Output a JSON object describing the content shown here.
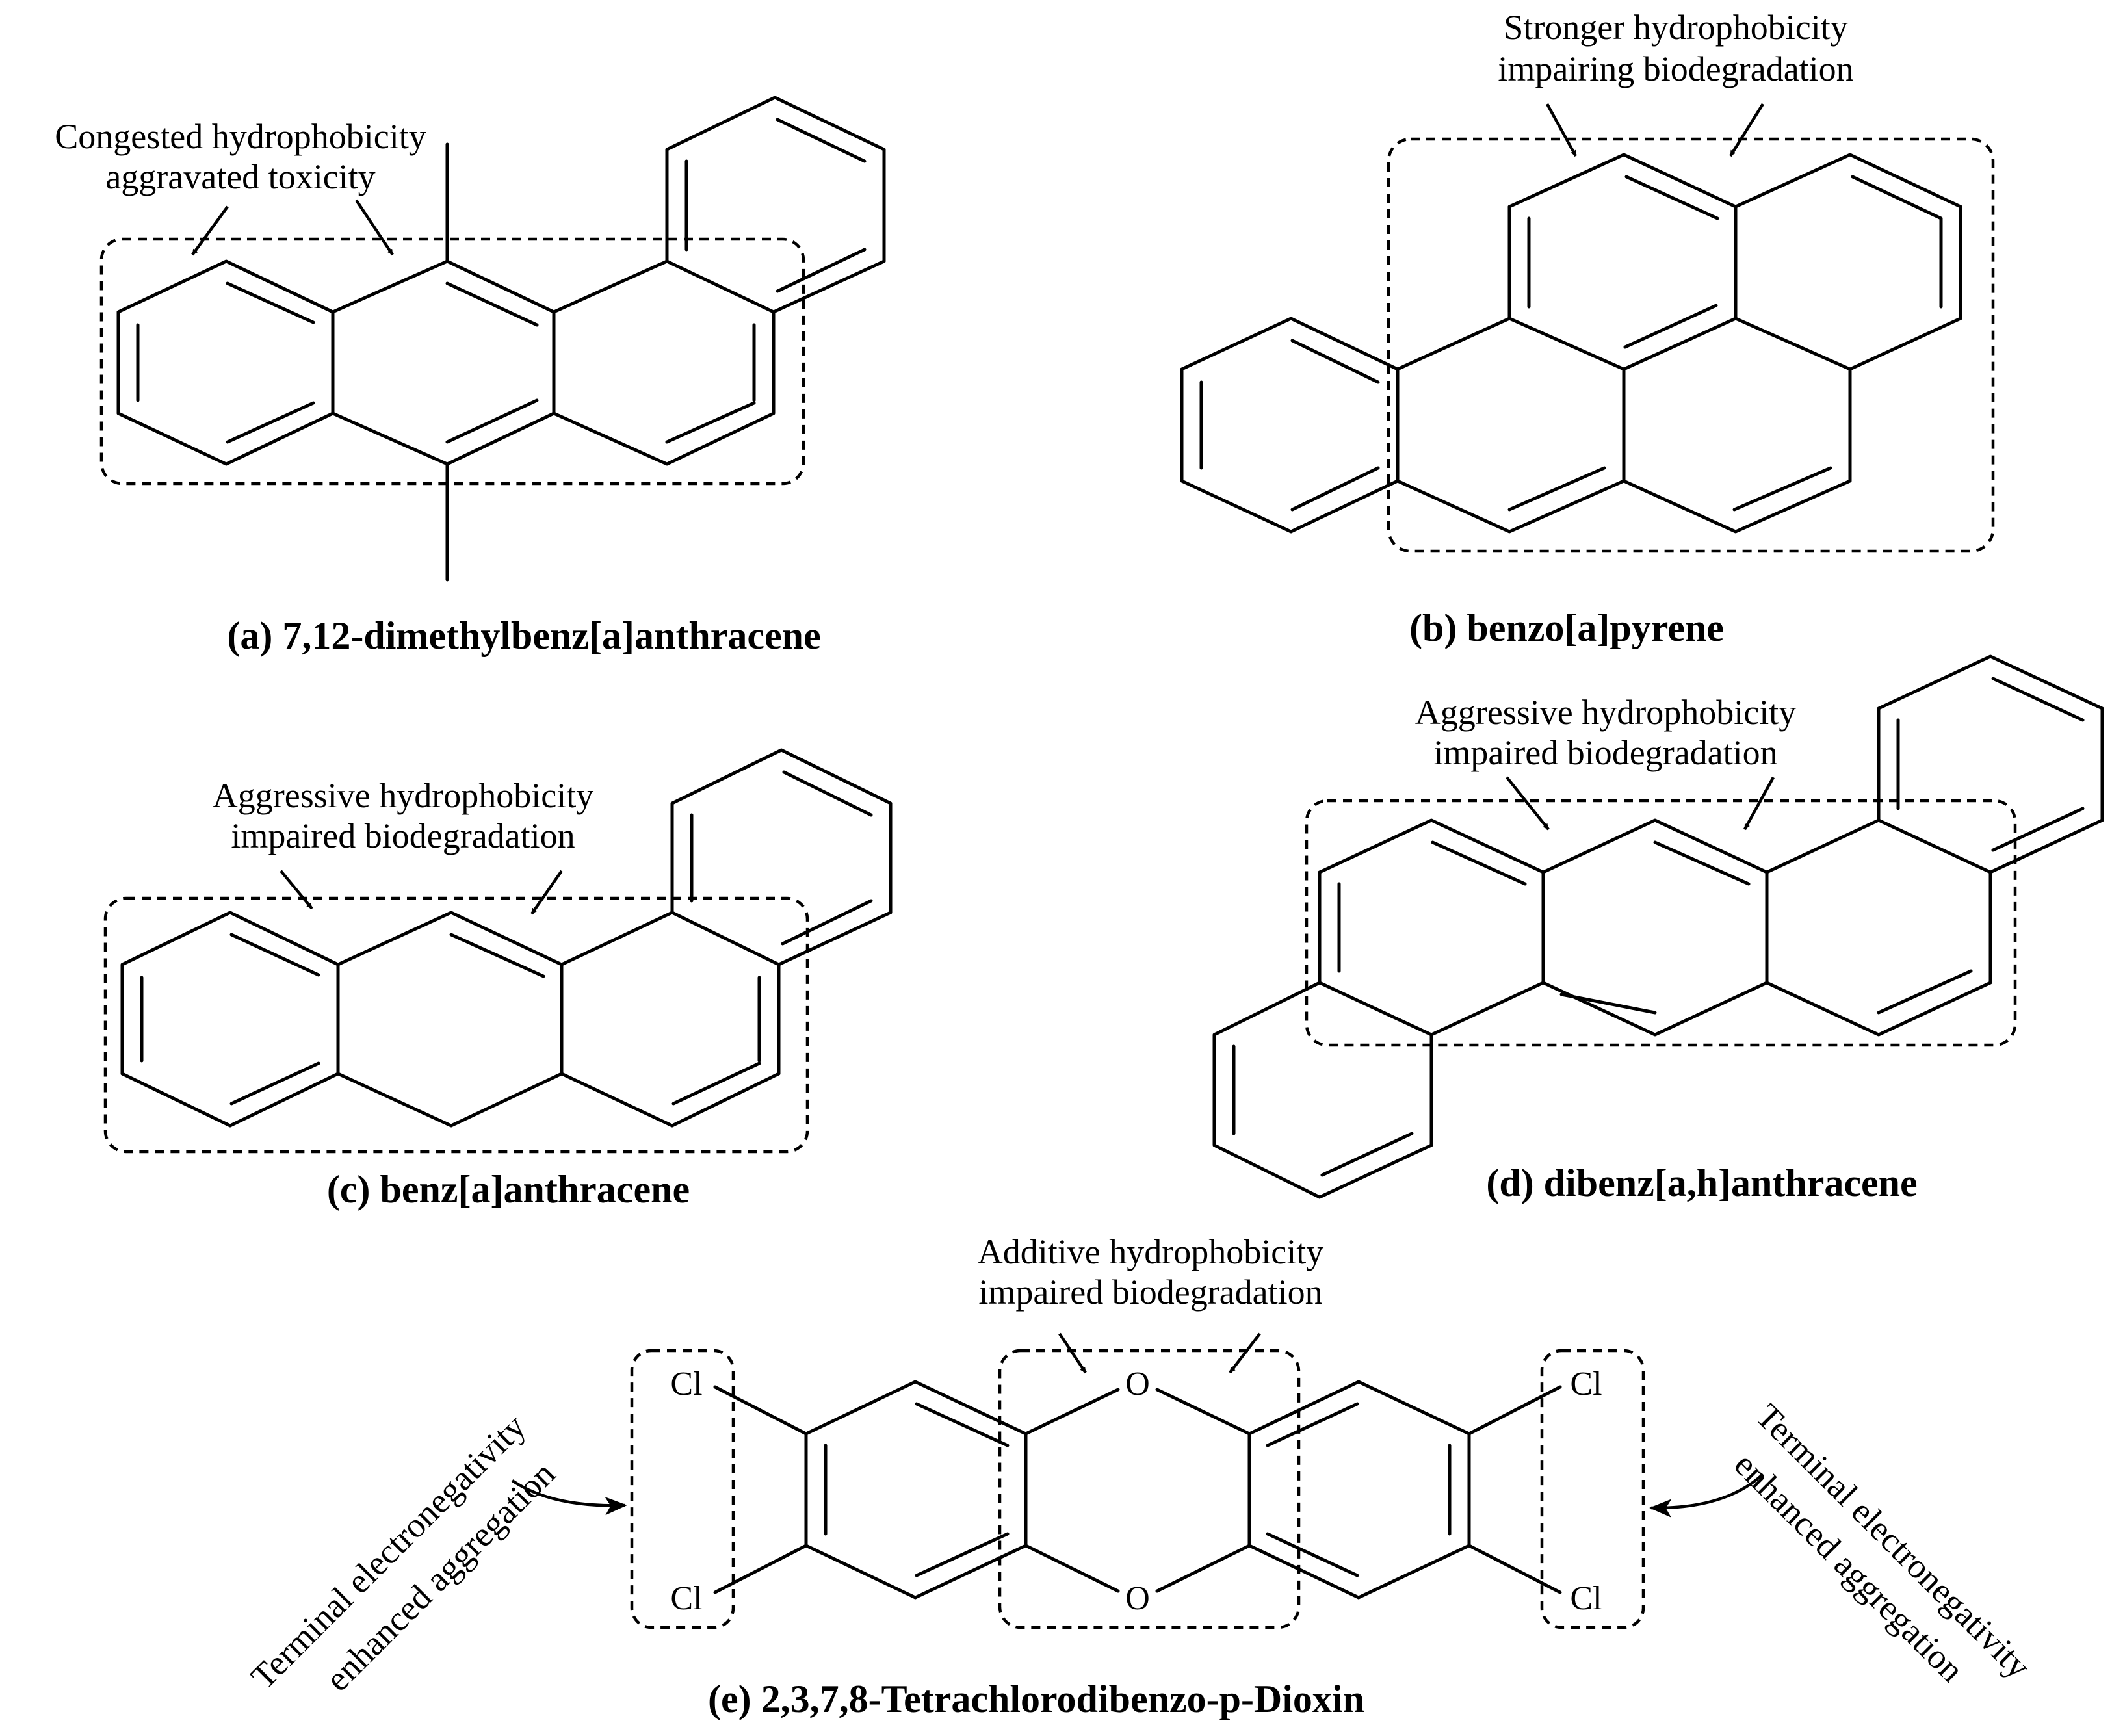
{
  "panels": {
    "a": {
      "caption": "(a) 7,12-dimethylbenz[a]anthracene",
      "note_line1": "Congested hydrophobicity",
      "note_line2": "aggravated toxicity"
    },
    "b": {
      "caption": "(b) benzo[a]pyrene",
      "note_line1": "Stronger hydrophobicity",
      "note_line2": "impairing biodegradation"
    },
    "c": {
      "caption": "(c) benz[a]anthracene",
      "note_line1": "Aggressive hydrophobicity",
      "note_line2": "impaired biodegradation"
    },
    "d": {
      "caption": "(d) dibenz[a,h]anthracene",
      "note_line1": "Aggressive hydrophobicity",
      "note_line2": "impaired biodegradation"
    },
    "e": {
      "caption": "(e) 2,3,7,8-Tetrachlorodibenzo-p-Dioxin",
      "center_note_line1": "Additive hydrophobicity",
      "center_note_line2": "impaired biodegradation",
      "left_note_line1": "Terminal electronegativity",
      "left_note_line2": "enhanced aggregation",
      "right_note_line1": "Terminal electronegativity",
      "right_note_line2": "enhanced aggregation",
      "oxygen_label": "O",
      "chlorine_label": "Cl"
    }
  }
}
